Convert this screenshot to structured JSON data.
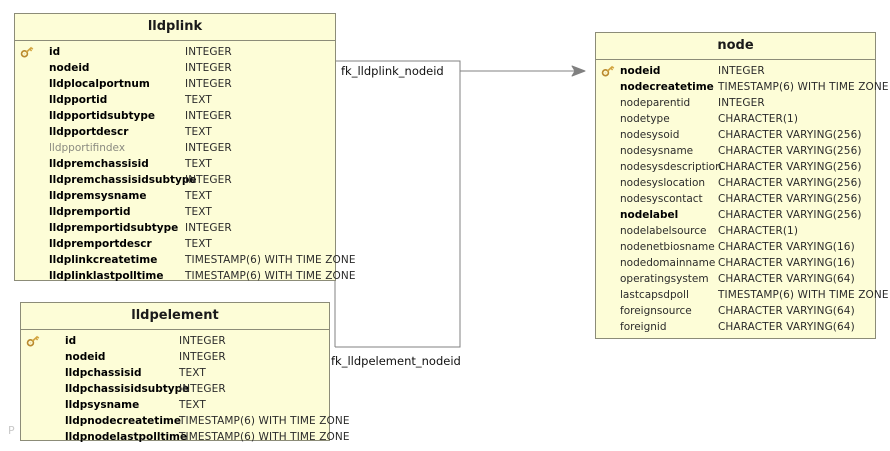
{
  "diagram": {
    "kind": "database-schema-diagram",
    "watermark": "P",
    "colors": {
      "entity_fill": "#fdfdd7",
      "entity_border": "#8c8c78",
      "connector": "#808080",
      "key_icon": "#c8a44a",
      "text": "#1a1a1a",
      "dim_text": "#8a8a80"
    }
  },
  "entities": [
    {
      "id": "lldplink",
      "title": "lldplink",
      "columns": [
        {
          "key": true,
          "name": "id",
          "type": "INTEGER",
          "style": "bold"
        },
        {
          "key": false,
          "name": "nodeid",
          "type": "INTEGER",
          "style": "bold"
        },
        {
          "key": false,
          "name": "lldplocalportnum",
          "type": "INTEGER",
          "style": "bold"
        },
        {
          "key": false,
          "name": "lldpportid",
          "type": "TEXT",
          "style": "bold"
        },
        {
          "key": false,
          "name": "lldpportidsubtype",
          "type": "INTEGER",
          "style": "bold"
        },
        {
          "key": false,
          "name": "lldpportdescr",
          "type": "TEXT",
          "style": "bold"
        },
        {
          "key": false,
          "name": "lldpportifindex",
          "type": "INTEGER",
          "style": "dim"
        },
        {
          "key": false,
          "name": "lldpremchassisid",
          "type": "TEXT",
          "style": "bold"
        },
        {
          "key": false,
          "name": "lldpremchassisidsubtype",
          "type": "INTEGER",
          "style": "bold"
        },
        {
          "key": false,
          "name": "lldpremsysname",
          "type": "TEXT",
          "style": "bold"
        },
        {
          "key": false,
          "name": "lldpremportid",
          "type": "TEXT",
          "style": "bold"
        },
        {
          "key": false,
          "name": "lldpremportidsubtype",
          "type": "INTEGER",
          "style": "bold"
        },
        {
          "key": false,
          "name": "lldpremportdescr",
          "type": "TEXT",
          "style": "bold"
        },
        {
          "key": false,
          "name": "lldplinkcreatetime",
          "type": "TIMESTAMP(6) WITH TIME ZONE",
          "style": "bold"
        },
        {
          "key": false,
          "name": "lldplinklastpolltime",
          "type": "TIMESTAMP(6) WITH TIME ZONE",
          "style": "bold"
        }
      ]
    },
    {
      "id": "lldpelement",
      "title": "lldpelement",
      "columns": [
        {
          "key": true,
          "name": "id",
          "type": "INTEGER",
          "style": "bold"
        },
        {
          "key": false,
          "name": "nodeid",
          "type": "INTEGER",
          "style": "bold"
        },
        {
          "key": false,
          "name": "lldpchassisid",
          "type": "TEXT",
          "style": "bold"
        },
        {
          "key": false,
          "name": "lldpchassisidsubtype",
          "type": "INTEGER",
          "style": "bold"
        },
        {
          "key": false,
          "name": "lldpsysname",
          "type": "TEXT",
          "style": "bold"
        },
        {
          "key": false,
          "name": "lldpnodecreatetime",
          "type": "TIMESTAMP(6) WITH TIME ZONE",
          "style": "bold"
        },
        {
          "key": false,
          "name": "lldpnodelastpolltime",
          "type": "TIMESTAMP(6) WITH TIME ZONE",
          "style": "bold"
        }
      ]
    },
    {
      "id": "node",
      "title": "node",
      "columns": [
        {
          "key": true,
          "name": "nodeid",
          "type": "INTEGER",
          "style": "bold"
        },
        {
          "key": false,
          "name": "nodecreatetime",
          "type": "TIMESTAMP(6) WITH TIME ZONE",
          "style": "bold"
        },
        {
          "key": false,
          "name": "nodeparentid",
          "type": "INTEGER",
          "style": "dim2"
        },
        {
          "key": false,
          "name": "nodetype",
          "type": "CHARACTER(1)",
          "style": "dim2"
        },
        {
          "key": false,
          "name": "nodesysoid",
          "type": "CHARACTER VARYING(256)",
          "style": "dim2"
        },
        {
          "key": false,
          "name": "nodesysname",
          "type": "CHARACTER VARYING(256)",
          "style": "dim2"
        },
        {
          "key": false,
          "name": "nodesysdescription",
          "type": "CHARACTER VARYING(256)",
          "style": "dim2"
        },
        {
          "key": false,
          "name": "nodesyslocation",
          "type": "CHARACTER VARYING(256)",
          "style": "dim2"
        },
        {
          "key": false,
          "name": "nodesyscontact",
          "type": "CHARACTER VARYING(256)",
          "style": "dim2"
        },
        {
          "key": false,
          "name": "nodelabel",
          "type": "CHARACTER VARYING(256)",
          "style": "bold"
        },
        {
          "key": false,
          "name": "nodelabelsource",
          "type": "CHARACTER(1)",
          "style": "dim2"
        },
        {
          "key": false,
          "name": "nodenetbiosname",
          "type": "CHARACTER VARYING(16)",
          "style": "dim2"
        },
        {
          "key": false,
          "name": "nodedomainname",
          "type": "CHARACTER VARYING(16)",
          "style": "dim2"
        },
        {
          "key": false,
          "name": "operatingsystem",
          "type": "CHARACTER VARYING(64)",
          "style": "dim2"
        },
        {
          "key": false,
          "name": "lastcapsdpoll",
          "type": "TIMESTAMP(6) WITH TIME ZONE",
          "style": "dim2"
        },
        {
          "key": false,
          "name": "foreignsource",
          "type": "CHARACTER VARYING(64)",
          "style": "dim2"
        },
        {
          "key": false,
          "name": "foreignid",
          "type": "CHARACTER VARYING(64)",
          "style": "dim2"
        }
      ]
    }
  ],
  "relationships": [
    {
      "id": "fk_lldplink_nodeid",
      "label": "fk_lldplink_nodeid",
      "from": "lldplink",
      "to": "node"
    },
    {
      "id": "fk_lldpelement_nodeid",
      "label": "fk_lldpelement_nodeid",
      "from": "lldpelement",
      "to": "node"
    }
  ]
}
